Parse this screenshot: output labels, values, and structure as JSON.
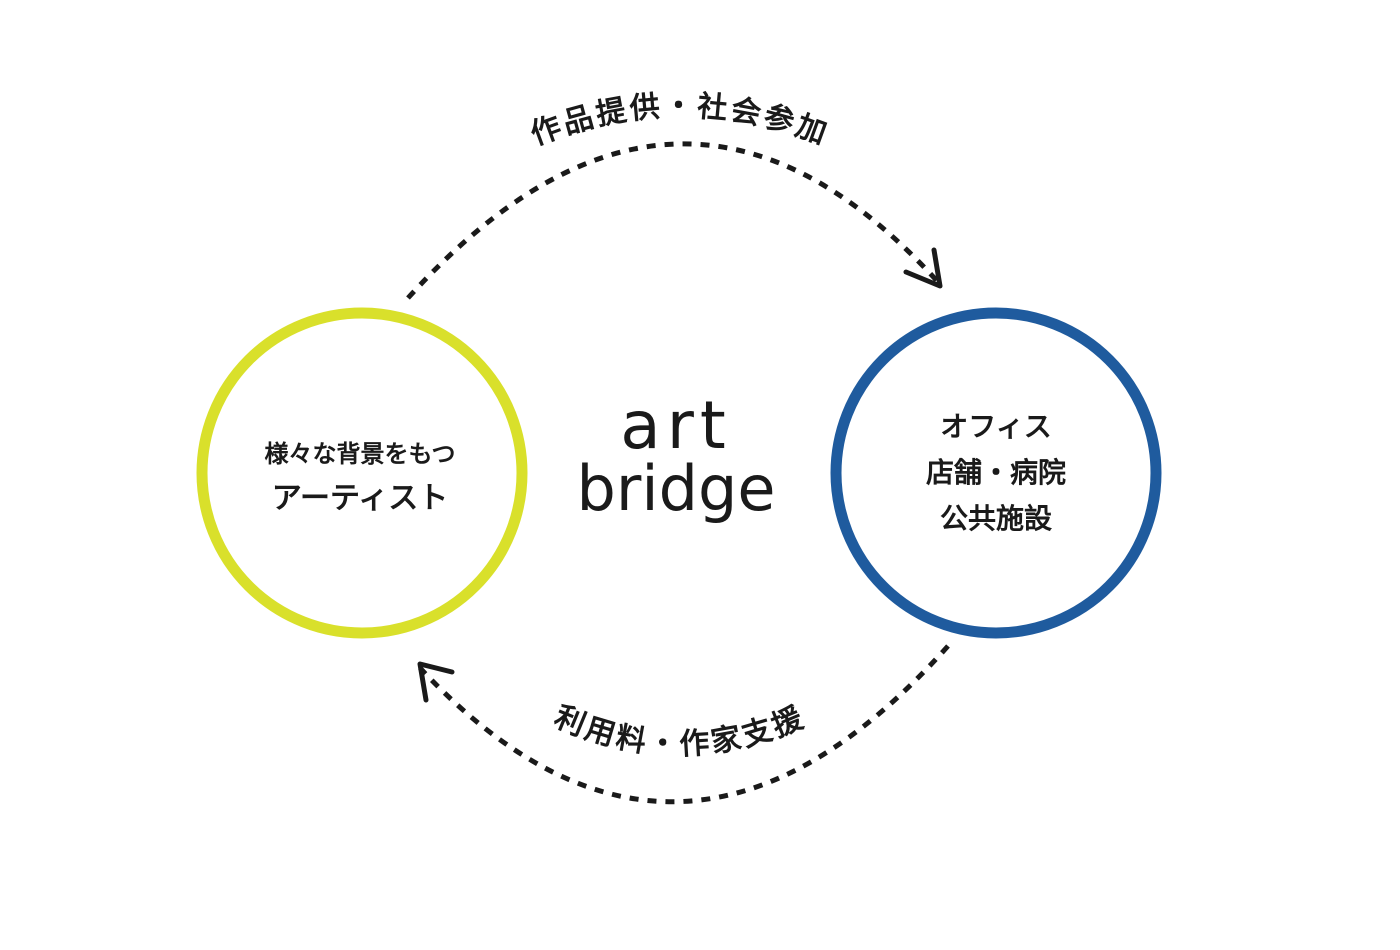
{
  "diagram": {
    "left_node": {
      "line1": "様々な背景をもつ",
      "line2": "アーティスト",
      "ring_color": "#d9e02b"
    },
    "right_node": {
      "line1": "オフィス",
      "line2": "店舗・病院",
      "line3": "公共施設",
      "ring_color": "#1f5b9e"
    },
    "top_arc_label": "作品提供・社会参加",
    "bottom_arc_label": "利用料・作家支援",
    "logo": {
      "top": "art",
      "bottom": "bridge"
    }
  }
}
